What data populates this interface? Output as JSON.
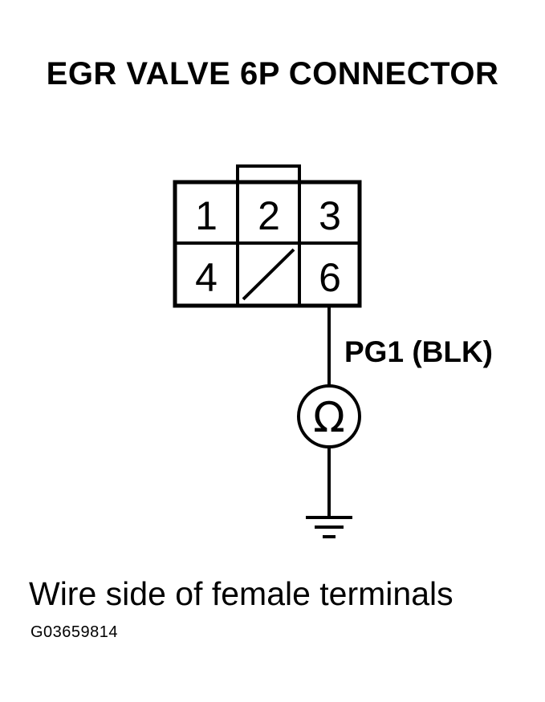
{
  "title": "EGR VALVE 6P CONNECTOR",
  "connector": {
    "pins": [
      "1",
      "2",
      "3",
      "4",
      "6"
    ],
    "empty_cavity_icon": "slash-icon"
  },
  "wire": {
    "label": "PG1 (BLK)"
  },
  "meter": {
    "symbol": "Ω",
    "icon": "ohmmeter-icon"
  },
  "ground": {
    "icon": "ground-icon"
  },
  "caption": "Wire side of female terminals",
  "figure_code": "G03659814"
}
